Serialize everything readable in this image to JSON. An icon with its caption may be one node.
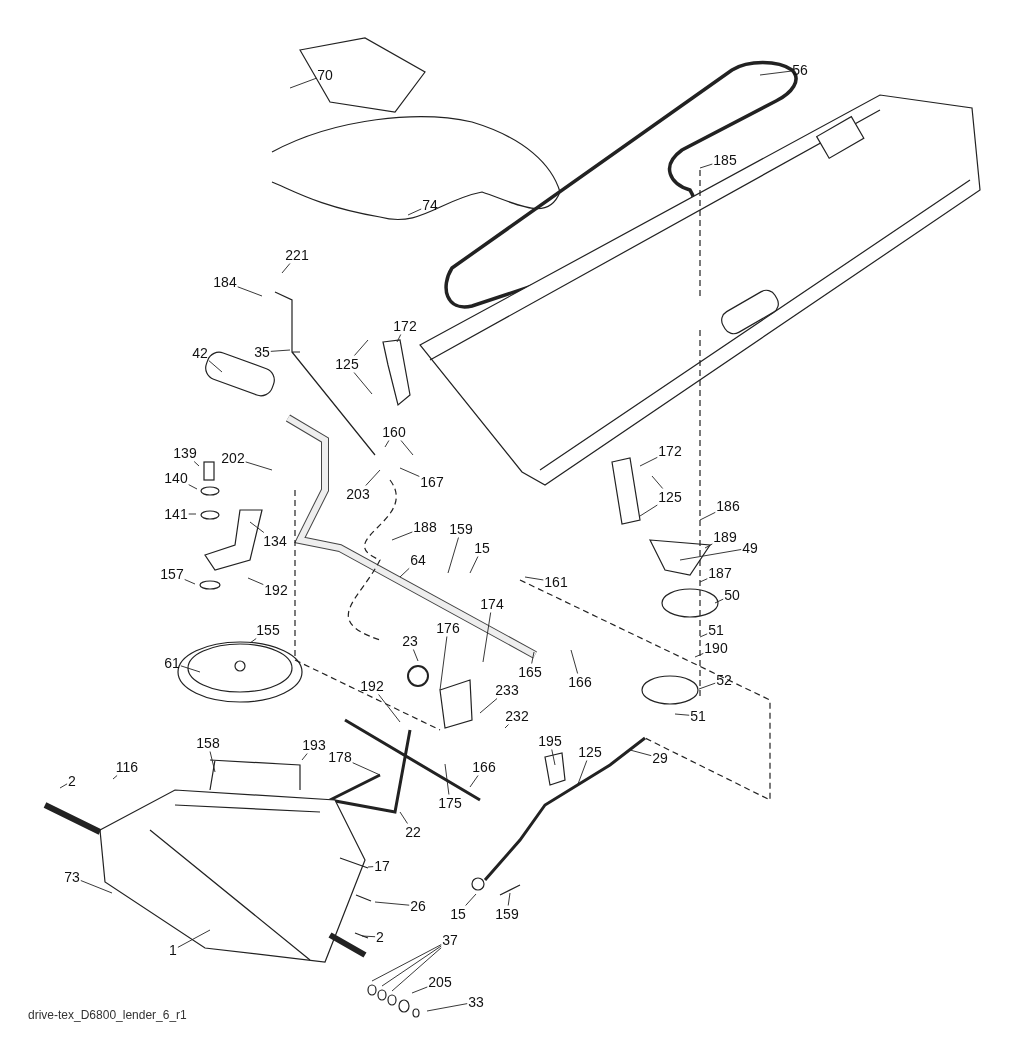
{
  "diagram": {
    "caption": "drive-tex_D6800_lender_6_r1",
    "nodes": [
      {
        "text": [
          "70"
        ]
      },
      {
        "text": [
          "56"
        ]
      },
      {
        "text": [
          "185"
        ]
      },
      {
        "text": [
          "74"
        ]
      },
      {
        "text": [
          "221"
        ]
      },
      {
        "text": [
          "184"
        ]
      },
      {
        "text": [
          "35"
        ]
      },
      {
        "text": [
          "42"
        ]
      },
      {
        "text": [
          "172"
        ]
      },
      {
        "text": [
          "125"
        ]
      },
      {
        "text": [
          "160"
        ]
      },
      {
        "text": [
          "203"
        ]
      },
      {
        "text": [
          "167"
        ]
      },
      {
        "text": [
          "139"
        ]
      },
      {
        "text": [
          "202"
        ]
      },
      {
        "text": [
          "140"
        ]
      },
      {
        "text": [
          "141"
        ]
      },
      {
        "text": [
          "134"
        ]
      },
      {
        "text": [
          "157"
        ]
      },
      {
        "text": [
          "192"
        ]
      },
      {
        "text": [
          "155"
        ]
      },
      {
        "text": [
          "61"
        ]
      },
      {
        "text": [
          "188"
        ]
      },
      {
        "text": [
          "64"
        ]
      },
      {
        "text": [
          "159"
        ]
      },
      {
        "text": [
          "15"
        ]
      },
      {
        "text": [
          "161"
        ]
      },
      {
        "text": [
          "172"
        ]
      },
      {
        "text": [
          "125"
        ]
      },
      {
        "text": [
          "186"
        ]
      },
      {
        "text": [
          "189"
        ]
      },
      {
        "text": [
          "49"
        ]
      },
      {
        "text": [
          "187"
        ]
      },
      {
        "text": [
          "50"
        ]
      },
      {
        "text": [
          "51"
        ]
      },
      {
        "text": [
          "190"
        ]
      },
      {
        "text": [
          "52"
        ]
      },
      {
        "text": [
          "51"
        ]
      },
      {
        "text": [
          "165"
        ]
      },
      {
        "text": [
          "166"
        ]
      },
      {
        "text": [
          "174"
        ]
      },
      {
        "text": [
          "176"
        ]
      },
      {
        "text": [
          "23"
        ]
      },
      {
        "text": [
          "233"
        ]
      },
      {
        "text": [
          "192"
        ]
      },
      {
        "text": [
          "232"
        ]
      },
      {
        "text": [
          "195"
        ]
      },
      {
        "text": [
          "125"
        ]
      },
      {
        "text": [
          "29"
        ]
      },
      {
        "text": [
          "178"
        ]
      },
      {
        "text": [
          "175"
        ]
      },
      {
        "text": [
          "166"
        ]
      },
      {
        "text": [
          "22"
        ]
      },
      {
        "text": [
          "158"
        ]
      },
      {
        "text": [
          "193"
        ]
      },
      {
        "text": [
          "116"
        ]
      },
      {
        "text": [
          "2"
        ]
      },
      {
        "text": [
          "73"
        ]
      },
      {
        "text": [
          "17"
        ]
      },
      {
        "text": [
          "26"
        ]
      },
      {
        "text": [
          "2"
        ]
      },
      {
        "text": [
          "1"
        ]
      },
      {
        "text": [
          "37"
        ]
      },
      {
        "text": [
          "205"
        ]
      },
      {
        "text": [
          "33"
        ]
      },
      {
        "text": [
          "15"
        ]
      },
      {
        "text": [
          "159"
        ]
      }
    ],
    "edges": [
      {
        "from": 0,
        "to": null,
        "arrow": "none"
      },
      {
        "from": 1,
        "to": null,
        "arrow": "none"
      },
      {
        "from": 2,
        "to": null,
        "arrow": "none"
      },
      {
        "from": 3,
        "to": null,
        "arrow": "none"
      },
      {
        "from": 4,
        "to": null,
        "arrow": "none"
      },
      {
        "from": 5,
        "to": null,
        "arrow": "none"
      },
      {
        "from": 6,
        "to": null,
        "arrow": "none"
      },
      {
        "from": 7,
        "to": null,
        "arrow": "none"
      },
      {
        "from": 8,
        "to": null,
        "arrow": "none"
      },
      {
        "from": 9,
        "to": null,
        "arrow": "none"
      },
      {
        "from": 9,
        "to": null,
        "arrow": "none"
      },
      {
        "from": 10,
        "to": null,
        "arrow": "none"
      },
      {
        "from": 10,
        "to": null,
        "arrow": "none"
      },
      {
        "from": 11,
        "to": null,
        "arrow": "none"
      },
      {
        "from": 12,
        "to": null,
        "arrow": "none"
      },
      {
        "from": 13,
        "to": null,
        "arrow": "none"
      },
      {
        "from": 14,
        "to": null,
        "arrow": "none"
      },
      {
        "from": 15,
        "to": null,
        "arrow": "none"
      },
      {
        "from": 16,
        "to": null,
        "arrow": "none"
      },
      {
        "from": 17,
        "to": null,
        "arrow": "none"
      },
      {
        "from": 18,
        "to": null,
        "arrow": "none"
      },
      {
        "from": 19,
        "to": null,
        "arrow": "none"
      },
      {
        "from": 20,
        "to": null,
        "arrow": "none"
      },
      {
        "from": 21,
        "to": null,
        "arrow": "none"
      },
      {
        "from": 22,
        "to": null,
        "arrow": "none"
      },
      {
        "from": 23,
        "to": null,
        "arrow": "none"
      },
      {
        "from": 24,
        "to": null,
        "arrow": "none"
      },
      {
        "from": 25,
        "to": null,
        "arrow": "none"
      },
      {
        "from": 26,
        "to": null,
        "arrow": "none"
      },
      {
        "from": 27,
        "to": null,
        "arrow": "none"
      },
      {
        "from": 28,
        "to": null,
        "arrow": "none"
      },
      {
        "from": 28,
        "to": null,
        "arrow": "none"
      },
      {
        "from": 29,
        "to": null,
        "arrow": "none"
      },
      {
        "from": 30,
        "to": null,
        "arrow": "none"
      },
      {
        "from": 31,
        "to": null,
        "arrow": "none"
      },
      {
        "from": 32,
        "to": null,
        "arrow": "none"
      },
      {
        "from": 33,
        "to": null,
        "arrow": "none"
      },
      {
        "from": 34,
        "to": null,
        "arrow": "none"
      },
      {
        "from": 35,
        "to": null,
        "arrow": "none"
      },
      {
        "from": 36,
        "to": null,
        "arrow": "none"
      },
      {
        "from": 37,
        "to": null,
        "arrow": "none"
      },
      {
        "from": 38,
        "to": null,
        "arrow": "none"
      },
      {
        "from": 39,
        "to": null,
        "arrow": "none"
      },
      {
        "from": 40,
        "to": null,
        "arrow": "none"
      },
      {
        "from": 41,
        "to": null,
        "arrow": "none"
      },
      {
        "from": 42,
        "to": null,
        "arrow": "none"
      },
      {
        "from": 43,
        "to": null,
        "arrow": "none"
      },
      {
        "from": 44,
        "to": null,
        "arrow": "none"
      },
      {
        "from": 45,
        "to": null,
        "arrow": "none"
      },
      {
        "from": 46,
        "to": null,
        "arrow": "none"
      },
      {
        "from": 47,
        "to": null,
        "arrow": "none"
      },
      {
        "from": 48,
        "to": null,
        "arrow": "none"
      },
      {
        "from": 49,
        "to": null,
        "arrow": "none"
      },
      {
        "from": 50,
        "to": null,
        "arrow": "none"
      },
      {
        "from": 51,
        "to": null,
        "arrow": "none"
      },
      {
        "from": 52,
        "to": null,
        "arrow": "none"
      },
      {
        "from": 53,
        "to": null,
        "arrow": "none"
      },
      {
        "from": 54,
        "to": null,
        "arrow": "none"
      },
      {
        "from": 55,
        "to": null,
        "arrow": "none"
      },
      {
        "from": 56,
        "to": null,
        "arrow": "none"
      },
      {
        "from": 57,
        "to": null,
        "arrow": "none"
      },
      {
        "from": 58,
        "to": null,
        "arrow": "none"
      },
      {
        "from": 59,
        "to": null,
        "arrow": "none"
      },
      {
        "from": 60,
        "to": null,
        "arrow": "none"
      },
      {
        "from": 61,
        "to": null,
        "arrow": "none"
      },
      {
        "from": 62,
        "to": null,
        "arrow": "none"
      },
      {
        "from": 62,
        "to": null,
        "arrow": "none"
      },
      {
        "from": 62,
        "to": null,
        "arrow": "none"
      },
      {
        "from": 63,
        "to": null,
        "arrow": "none"
      },
      {
        "from": 64,
        "to": null,
        "arrow": "none"
      },
      {
        "from": 65,
        "to": null,
        "arrow": "none"
      },
      {
        "from": 66,
        "to": null,
        "arrow": "none"
      }
    ]
  }
}
